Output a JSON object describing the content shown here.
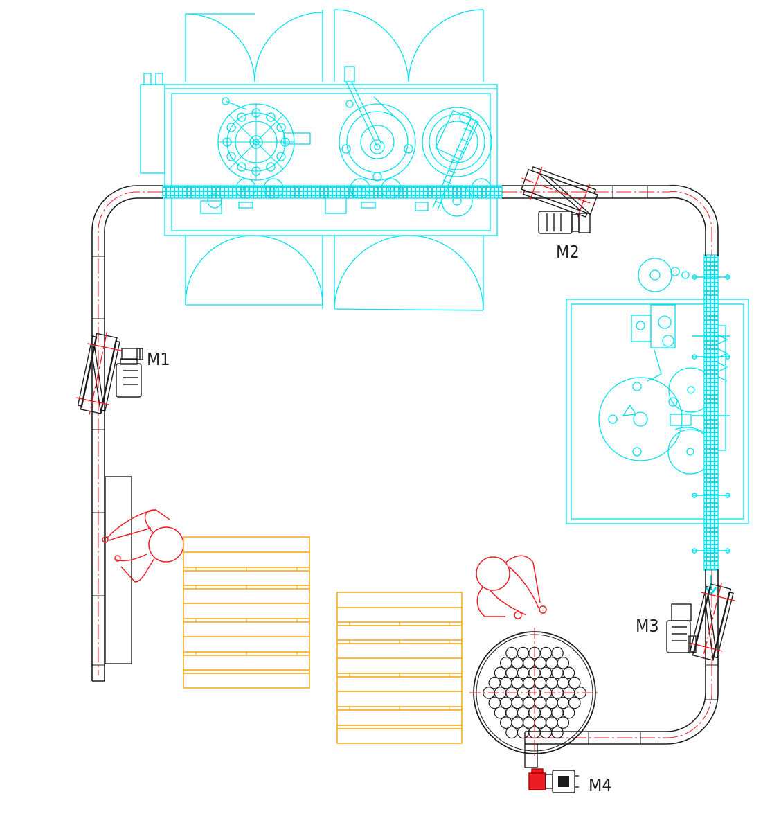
{
  "motors": [
    {
      "id": "m1",
      "label": "M1"
    },
    {
      "id": "m2",
      "label": "M2"
    },
    {
      "id": "m3",
      "label": "M3"
    },
    {
      "id": "m4",
      "label": "M4"
    }
  ],
  "colors": {
    "machine": "#00e1f0",
    "conveyor": "#1c1c1c",
    "centerline": "#ee1c24",
    "operator": "#ee1c24",
    "pallet": "#f5a300",
    "table": "#1c1c1c",
    "accumulation_table": "#1c1c1c"
  },
  "icons": {
    "motor": "gear-motor-icon",
    "operator": "operator-icon",
    "pallet": "pallet-icon",
    "flow_arrow": "flow-arrow-icon"
  }
}
